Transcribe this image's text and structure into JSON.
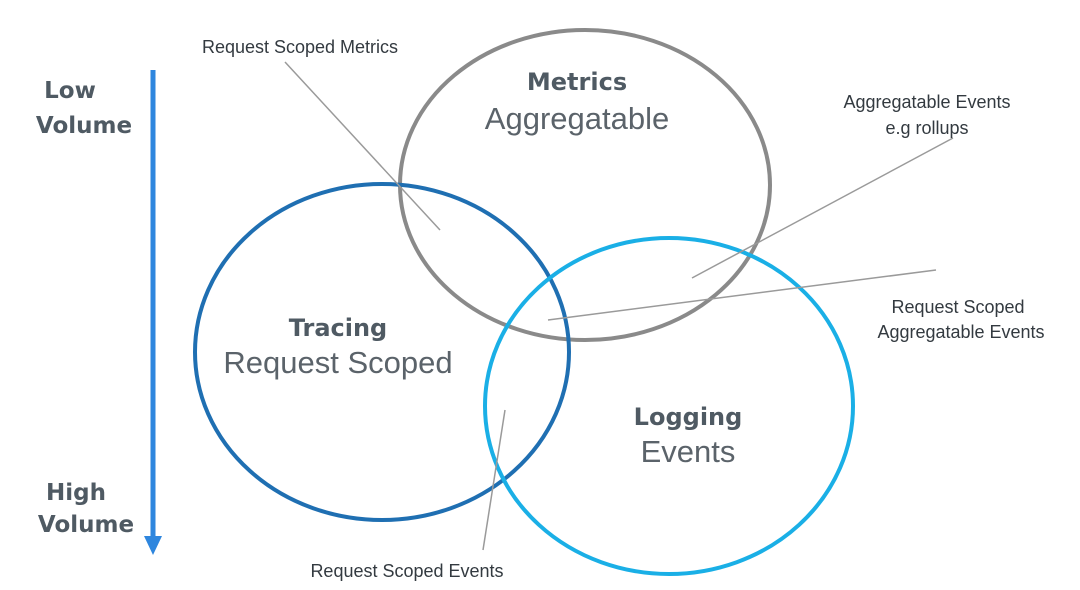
{
  "volume_axis": {
    "top_label_line1": "Low",
    "top_label_line2": "Volume",
    "bottom_label_line1": "High",
    "bottom_label_line2": "Volume"
  },
  "circles": {
    "metrics": {
      "title": "Metrics",
      "subtitle": "Aggregatable",
      "color": "#8a8a8a"
    },
    "tracing": {
      "title": "Tracing",
      "subtitle": "Request Scoped",
      "color": "#1f6fb2"
    },
    "logging": {
      "title": "Logging",
      "subtitle": "Events",
      "color": "#1aafe6"
    }
  },
  "callouts": {
    "request_scoped_metrics": "Request Scoped Metrics",
    "aggregatable_events_line1": "Aggregatable Events",
    "aggregatable_events_line2": "e.g rollups",
    "request_scoped_aggregatable_line1": "Request Scoped",
    "request_scoped_aggregatable_line2": "Aggregatable Events",
    "request_scoped_events": "Request Scoped Events"
  },
  "colors": {
    "arrow": "#2e86de",
    "leader_line": "#9a9a9a",
    "label_text": "#4f5a63"
  }
}
